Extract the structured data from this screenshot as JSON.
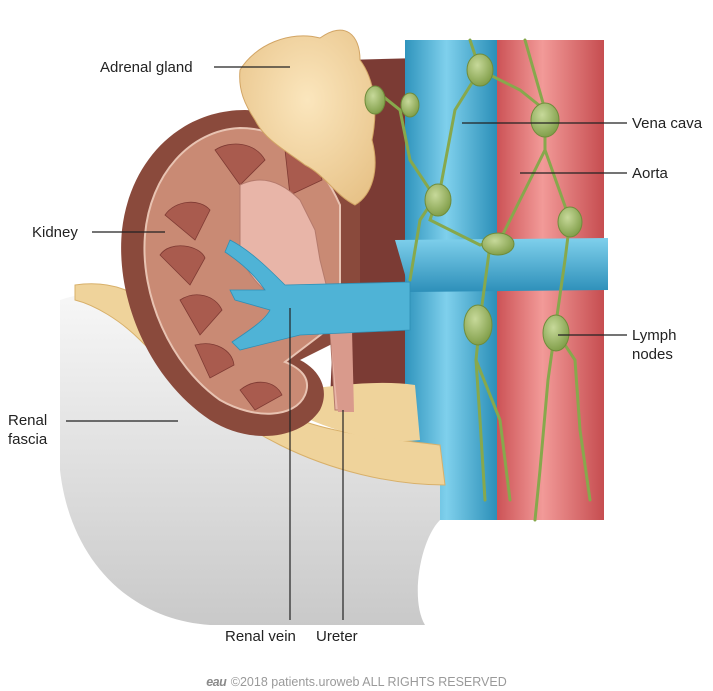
{
  "labels": {
    "adrenal_gland": "Adrenal gland",
    "kidney": "Kidney",
    "renal_fascia_line1": "Renal",
    "renal_fascia_line2": "fascia",
    "vena_cava": "Vena cava",
    "aorta": "Aorta",
    "lymph_nodes_line1": "Lymph",
    "lymph_nodes_line2": "nodes",
    "renal_vein": "Renal vein",
    "ureter": "Ureter"
  },
  "footer": {
    "logo": "eau",
    "copyright": "©2018 patients.uroweb ALL RIGHTS RESERVED"
  },
  "colors": {
    "kidney_outer": "#8a4a3c",
    "kidney_cortex": "#c98a74",
    "vessels_blue": "#4fb3d6",
    "aorta_red": "#e06a6a",
    "lymph_green": "#8fae56",
    "fat_yellow": "#f0d9a6",
    "adrenal": "#f2d39a"
  }
}
